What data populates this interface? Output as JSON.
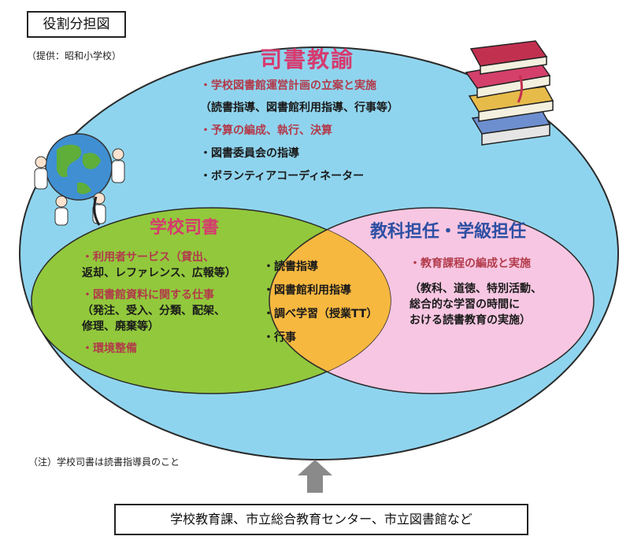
{
  "header": {
    "title": "役割分担図",
    "source": "（提供：昭和小学校）"
  },
  "librarian_teacher": {
    "title": "司書教諭",
    "items": [
      {
        "text": "・学校図書館運営計画の立案と実施",
        "color": "#b23a4a"
      },
      {
        "text": "（読書指導、図書館利用指導、行事等）",
        "color": "#1a1a1a"
      },
      {
        "text": "・予算の編成、執行、決算",
        "color": "#b23a4a"
      },
      {
        "text": "・図書委員会の指導",
        "color": "#1a1a1a"
      },
      {
        "text": "・ボランティアコーディネーター",
        "color": "#1a1a1a"
      }
    ]
  },
  "school_librarian": {
    "title": "学校司書",
    "items": [
      {
        "text": "・利用者サービス（貸出、",
        "color": "#b23a4a"
      },
      {
        "text": "返却、レファレンス、広報等）",
        "color": "#1a1a1a"
      },
      {
        "text": "・図書館資料に関する仕事",
        "color": "#b23a4a"
      },
      {
        "text": "（発注、受入、分類、配架、",
        "color": "#1a1a1a"
      },
      {
        "text": "修理、廃棄等）",
        "color": "#1a1a1a"
      },
      {
        "text": "・環境整備",
        "color": "#b23a4a"
      }
    ]
  },
  "shared": {
    "items": [
      "・読書指導",
      "・図書館利用指導",
      "・調べ学習（授業TT）",
      "・行事"
    ]
  },
  "class_teacher": {
    "title": "教科担任・学級担任",
    "items": [
      {
        "text": "・教育課程の編成と実施",
        "color": "#b23a4a"
      },
      {
        "text": "（教科、道徳、特別活動、",
        "color": "#1a1a1a"
      },
      {
        "text": "総合的な学習の時間に",
        "color": "#1a1a1a"
      },
      {
        "text": "おける読書教育の実施）",
        "color": "#1a1a1a"
      }
    ]
  },
  "note": "（注）学校司書は読書指導員のこと",
  "support_box": "学校教育課、市立総合教育センター、市立図書館など",
  "colors": {
    "big_ellipse": "#8fd4ee",
    "green_ellipse": "#92c83c",
    "pink_ellipse": "#f7c6e2",
    "overlap": "#f7b840",
    "arrow": "#8a8a8a"
  },
  "icons": [
    "globe-with-children-icon",
    "book-stack-icon",
    "up-arrow-icon"
  ]
}
